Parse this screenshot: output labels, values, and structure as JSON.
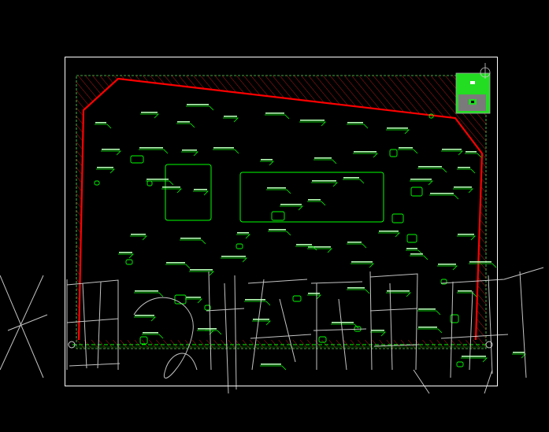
{
  "drawing": {
    "background_color": "#000000",
    "frame_color": "#ffffff",
    "boundary_color": "#ff0000",
    "plan_color": "#00ff00",
    "label_color": "#b4ffb4",
    "watermark_color": "#e6e6e6"
  },
  "annotations": {
    "label_count": 70,
    "pad_marker_count": 20
  },
  "icons": {
    "north_arrow": "north-arrow-icon",
    "key_plan": "key-plan-icon",
    "grid_bubble": "grid-bubble-icon",
    "watermark": "watermark-logo"
  }
}
